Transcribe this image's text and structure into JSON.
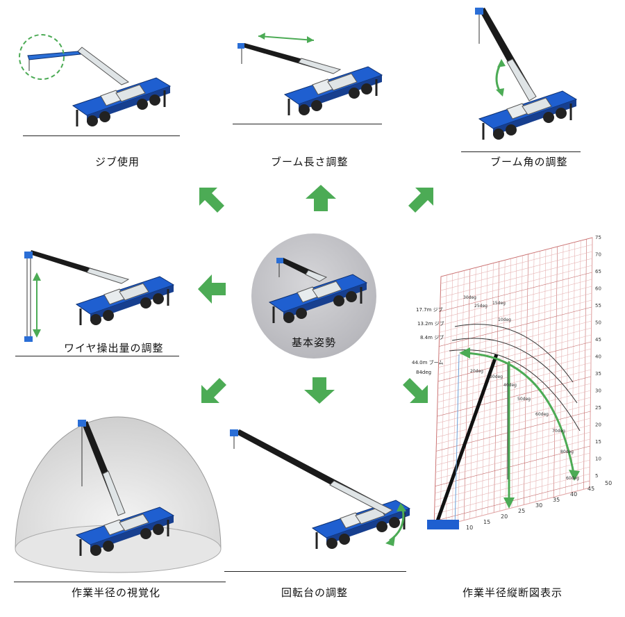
{
  "center": {
    "label": "基本姿勢"
  },
  "panels": {
    "jib": {
      "label": "ジブ使用"
    },
    "boom_length": {
      "label": "ブーム長さ調整"
    },
    "boom_angle": {
      "label": "ブーム角の調整"
    },
    "wire": {
      "label": "ワイヤ操出量の調整"
    },
    "radius_visual": {
      "label": "作業半径の視覚化"
    },
    "slewing": {
      "label": "回転台の調整"
    },
    "section": {
      "label": "作業半径縦断図表示"
    }
  },
  "section_chart": {
    "y_ticks": [
      "75",
      "70",
      "65",
      "60",
      "55",
      "50",
      "45",
      "40",
      "35",
      "30",
      "25",
      "20",
      "15",
      "10",
      "5"
    ],
    "x_ticks": [
      "10",
      "15",
      "20",
      "25",
      "30",
      "35",
      "40",
      "45",
      "50"
    ],
    "angle_labels": [
      "30deg",
      "25deg",
      "15deg",
      "10deg",
      "20deg",
      "30deg",
      "40deg",
      "50deg",
      "60deg",
      "70deg",
      "80deg",
      "60deg"
    ],
    "jib_labels": [
      "17.7m ジブ",
      "13.2m ジブ",
      "8.4m ジブ",
      "44.0m ブーム",
      "84deg"
    ]
  },
  "colors": {
    "crane_blue": "#1f5fd0",
    "boom_black": "#1a1a1a",
    "arrow_green": "#4cab55",
    "grid_red": "#d88a8a"
  }
}
